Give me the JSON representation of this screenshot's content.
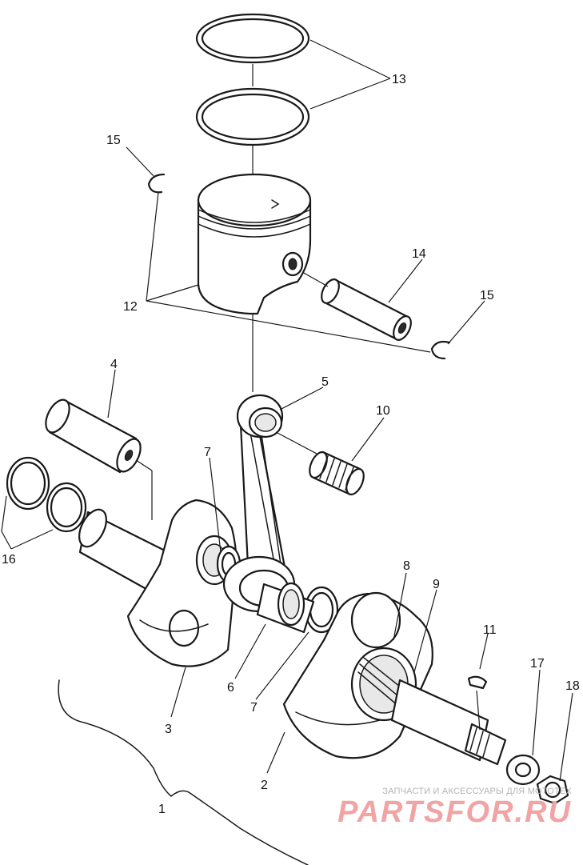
{
  "callouts": {
    "c1": "1",
    "c2": "2",
    "c3": "3",
    "c4": "4",
    "c5": "5",
    "c6": "6",
    "c7a": "7",
    "c7b": "7",
    "c8": "8",
    "c9": "9",
    "c10": "10",
    "c11": "11",
    "c12": "12",
    "c13": "13",
    "c14": "14",
    "c15a": "15",
    "c15b": "15",
    "c16": "16",
    "c17": "17",
    "c18": "18"
  },
  "watermark": {
    "line1": "ЗАПЧАСТИ И АКСЕССУАРЫ ДЛЯ МОТОТЕХ",
    "line2": "PARTSFOR.RU"
  },
  "colors": {
    "ink": "#1a1a1a",
    "watermark": "#f2a3a3"
  }
}
